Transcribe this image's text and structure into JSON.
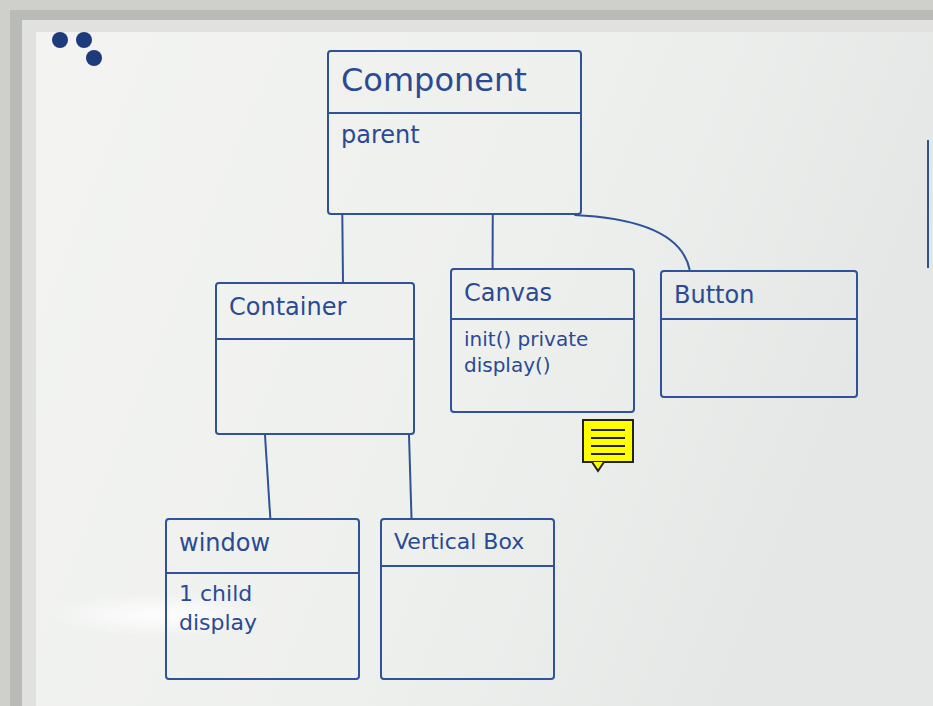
{
  "diagram": {
    "nodes": [
      {
        "text": [
          "Component",
          "parent"
        ]
      },
      {
        "text": [
          "Container"
        ]
      },
      {
        "text": [
          "Canvas",
          "init() private",
          "display()"
        ]
      },
      {
        "text": [
          "Button"
        ]
      },
      {
        "text": [
          "window",
          "1 child",
          "display"
        ]
      },
      {
        "text": [
          "Vertical Box"
        ]
      }
    ],
    "edges": [
      {
        "from": 0,
        "to": 1,
        "arrow": "none"
      },
      {
        "from": 0,
        "to": 2,
        "arrow": "none"
      },
      {
        "from": 0,
        "to": 3,
        "arrow": "none"
      },
      {
        "from": 1,
        "to": 4,
        "arrow": "none"
      },
      {
        "from": 1,
        "to": 5,
        "arrow": "none"
      }
    ]
  }
}
